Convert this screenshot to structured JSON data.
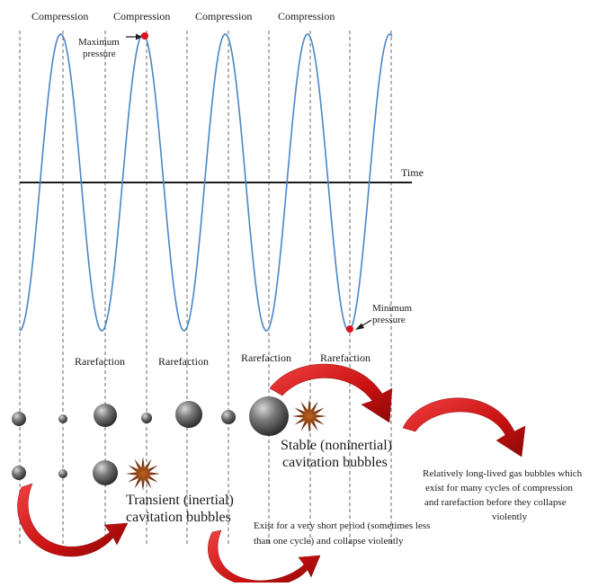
{
  "labels": {
    "compression": [
      "Compression",
      "Compression",
      "Compression",
      "Compression"
    ],
    "rarefaction": [
      "Rarefaction",
      "Rarefaction",
      "Rarefaction",
      "Rarefaction"
    ],
    "time_axis": "Time",
    "max_pressure": [
      "Maximum",
      "pressure"
    ],
    "min_pressure": [
      "Minimum",
      "pressure"
    ]
  },
  "stable": {
    "title": [
      "Stable (noninertial)",
      "cavitation bubbles"
    ],
    "note": [
      "Relatively long-lived gas bubbles which",
      "exist for many cycles of compression",
      "and rarefaction before they collapse",
      "violently"
    ]
  },
  "transient": {
    "title": [
      "Transient (inertial)",
      "cavitation bubbles"
    ],
    "note": [
      "Exist for a very short period (sometimes less",
      "than one cycle) and collapse violently"
    ]
  },
  "colors": {
    "wave": "#4a86c5",
    "axis": "#1a1a1a",
    "marker": "#e01020",
    "arrow_red": "#d41818",
    "bubble": "#6a6a6a",
    "burst": "#5a2a10"
  }
}
